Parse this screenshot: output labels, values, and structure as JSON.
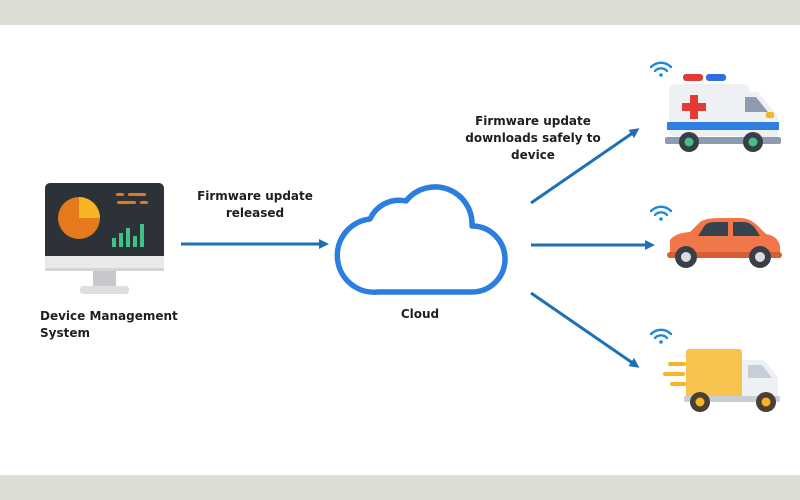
{
  "nodes": {
    "source": {
      "label_line1": "Device Management",
      "label_line2": "System"
    },
    "hub": {
      "label": "Cloud"
    }
  },
  "edges": {
    "release": {
      "label_line1": "Firmware update",
      "label_line2": "released"
    },
    "delivery": {
      "label_line1": "Firmware update",
      "label_line2": "downloads safely to",
      "label_line3": "device"
    }
  },
  "targets": [
    {
      "name": "ambulance"
    },
    {
      "name": "car"
    },
    {
      "name": "delivery-truck"
    }
  ],
  "colors": {
    "arrow": "#1f6fb5",
    "cloud": "#2b7de0",
    "wifi": "#1e88d8",
    "page_border": "#dcddd5"
  }
}
